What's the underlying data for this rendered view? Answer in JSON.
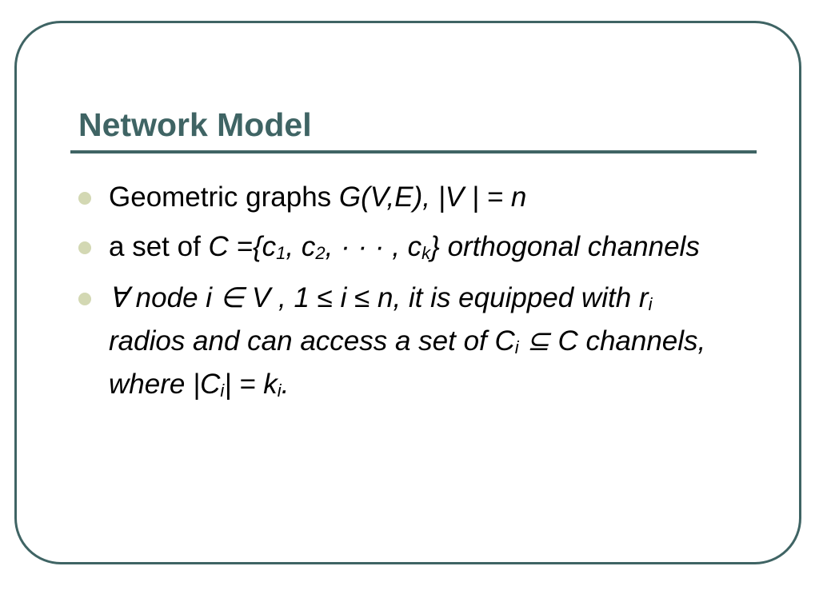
{
  "slide": {
    "title": "Network Model",
    "accent_color": "#3f6464",
    "bullet_color": "#d3d8b3"
  },
  "bullets": [
    {
      "plain": "Geometric graphs ",
      "italic": "G(V,E), |V | = n"
    },
    {
      "plain": "a set of ",
      "p1": "C ={c",
      "s1": "1",
      "p2": ", c",
      "s2": "2",
      "p3": ", · · · , c",
      "s3": "k",
      "p4": "} orthogonal channels"
    },
    {
      "p1": "∀ node i ∈ V , 1 ≤ i ≤ n, it is equipped with r",
      "s1": "i",
      "p2": " radios and can access a set of C",
      "s2": "i",
      "p3": " ⊆ C channels, where |C",
      "s3": "i",
      "p4": "| = k",
      "s4": "i",
      "p5": "."
    }
  ]
}
